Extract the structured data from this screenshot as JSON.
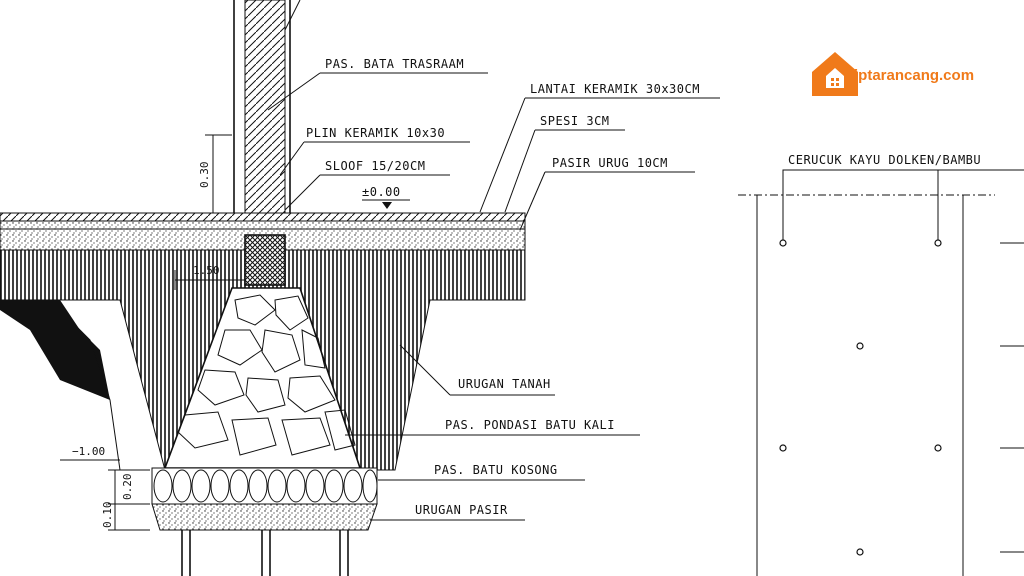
{
  "brand": {
    "name": "iptarancang.com",
    "color": "#f07a1a",
    "icon": "house-logo-icon"
  },
  "labels": {
    "pas_bata": "PAS. BATA TRASRAAM",
    "plin": "PLIN KERAMIK 10x30",
    "sloof": "SLOOF 15/20CM",
    "level_zero": "±0.00",
    "lantai": "LANTAI KERAMIK 30x30CM",
    "spesi": "SPESI 3CM",
    "pasir_urug": "PASIR URUG 10CM",
    "urugan_tanah": "URUGAN TANAH",
    "pondasi": "PAS. PONDASI BATU KALI",
    "batu_kosong": "PAS. BATU KOSONG",
    "urugan_pasir": "URUGAN PASIR",
    "cerucuk": "CERUCUK KAYU DOLKEN/BAMBU"
  },
  "dimensions": {
    "dim_030": "0.30",
    "dim_020": "0.20",
    "dim_010": "0.10",
    "dim_150": "1.50",
    "level_minus": "−1.00"
  }
}
